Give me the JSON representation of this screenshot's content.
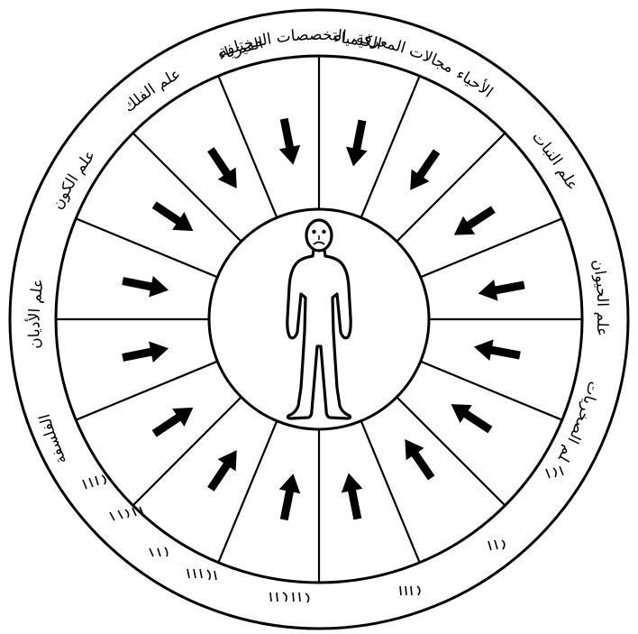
{
  "labels": {
    "title": "مجالات المعرفة، التخصصات المختلفة",
    "chemistry": "الكيمياء",
    "physics": "الفيزياء",
    "astronomy": "علم الفلك",
    "cosmology": "علم الكون",
    "religions": "علم الأديان",
    "philosophy": "الفلسفة",
    "biology": "الأحياء",
    "botany": "علم النبات",
    "zoology": "علم الحيوان",
    "geology": "علم الصخريات"
  }
}
